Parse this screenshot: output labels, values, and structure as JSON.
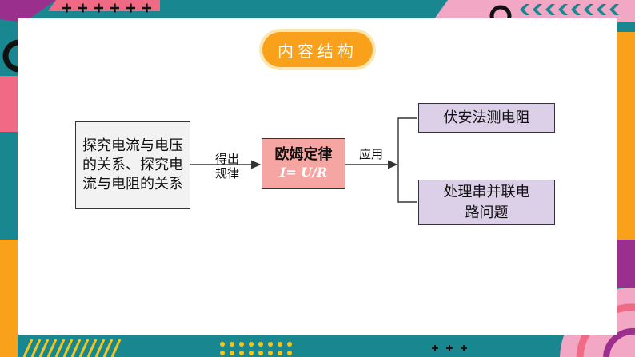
{
  "header": {
    "title": "内容结构"
  },
  "diagram": {
    "source_box": "探究电流与电压的关系、探究电流与电阻的关系",
    "derive_label": [
      "得出",
      "规律"
    ],
    "law_box": {
      "name": "欧姆定律",
      "formula": "I= U/R"
    },
    "apply_label": "应用",
    "applications": [
      "伏安法测电阻",
      "处理串并联电路问题"
    ]
  },
  "colors": {
    "background_teal": "#19878f",
    "title_pill": "#f9a11b",
    "law_box": "#f5a5a2",
    "application_box": "#dcd0e8",
    "source_box": "#f2f2f2"
  }
}
